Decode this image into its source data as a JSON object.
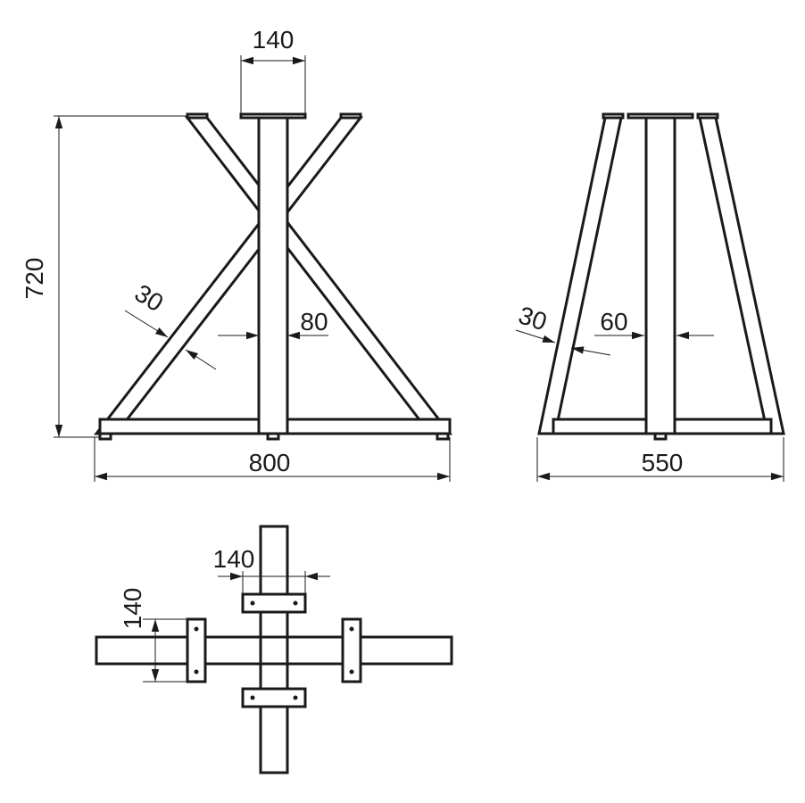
{
  "drawing": {
    "front_view": {
      "top_plate_width": "140",
      "height": "720",
      "diagonal_tube": "30",
      "post_width": "80",
      "base_length": "800"
    },
    "side_view": {
      "diagonal_tube": "30",
      "post_width": "60",
      "base_length": "550"
    },
    "plan_view": {
      "bracket_width": "140",
      "bracket_height": "140"
    }
  }
}
